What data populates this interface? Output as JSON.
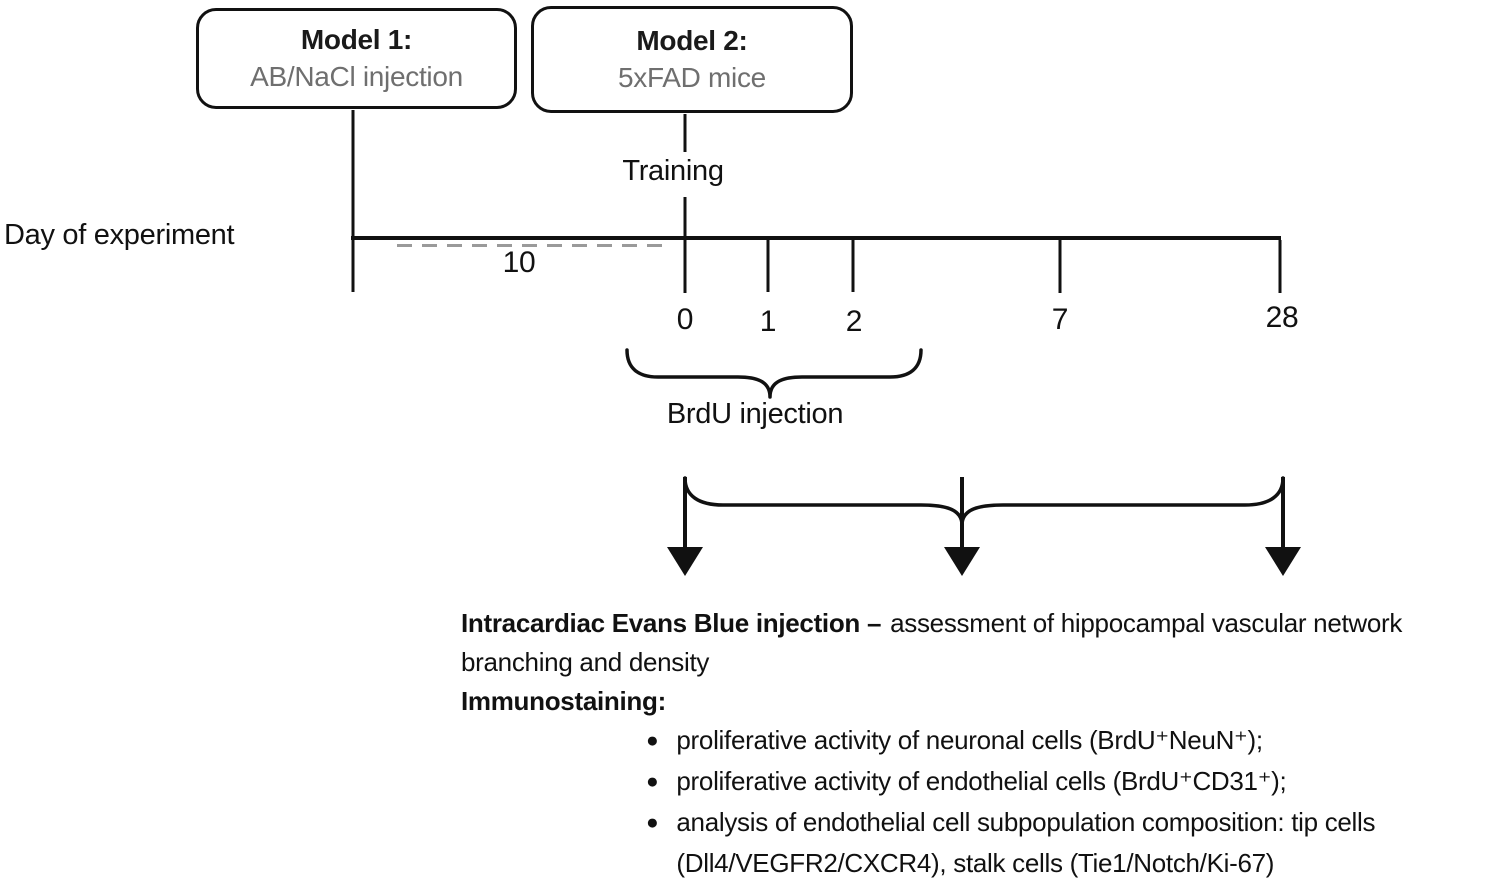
{
  "colors": {
    "line": "#111111",
    "subtitle_gray": "#6f6f6f",
    "dashed_gray": "#9a9a9a"
  },
  "models": [
    {
      "title": "Model 1:",
      "subtitle": "AB/NaCl injection"
    },
    {
      "title": "Model 2:",
      "subtitle": "5xFAD mice"
    }
  ],
  "timeline": {
    "axis_label": "Day of experiment",
    "training_label": "Training",
    "interval_label": "10",
    "tick_labels": [
      "0",
      "1",
      "2",
      "7",
      "28"
    ],
    "brdu_label": "BrdU injection"
  },
  "summary": {
    "evans_bold": "Intracardiac Evans Blue injection –",
    "evans_rest": "assessment of hippocampal vascular network branching and density",
    "immuno_heading": "Immunostaining:"
  },
  "bullets": [
    "proliferative activity of neuronal cells (BrdU⁺NeuN⁺);",
    "proliferative activity of endothelial cells (BrdU⁺CD31⁺);",
    "analysis of endothelial cell subpopulation composition: tip cells (Dll4/VEGFR2/CXCR4), stalk cells (Tie1/Notch/Ki-67)"
  ]
}
